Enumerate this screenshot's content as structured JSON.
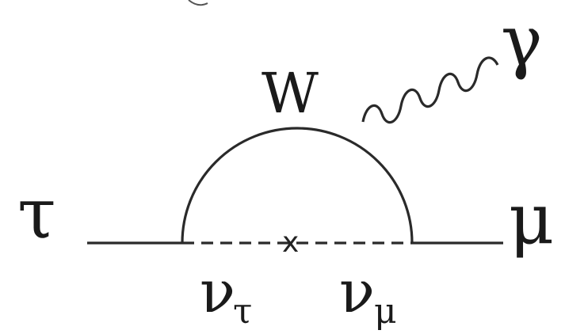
{
  "diagram": {
    "labels": {
      "incoming": "τ",
      "outgoing": "μ",
      "boson": "W",
      "photon": "γ",
      "nu_tau_main": "ν",
      "nu_tau_sub": "τ",
      "nu_mu_main": "ν",
      "nu_mu_sub": "μ"
    },
    "vertex_mark": "x",
    "lines": [
      {
        "name": "incoming-tau-line",
        "style": "solid"
      },
      {
        "name": "neutrino-line",
        "style": "dashed"
      },
      {
        "name": "outgoing-mu-line",
        "style": "solid"
      },
      {
        "name": "w-boson-arc",
        "style": "solid"
      },
      {
        "name": "photon-line",
        "style": "wavy"
      }
    ],
    "colors": {
      "ink": "#2a2a2a",
      "background": "#ffffff"
    }
  }
}
